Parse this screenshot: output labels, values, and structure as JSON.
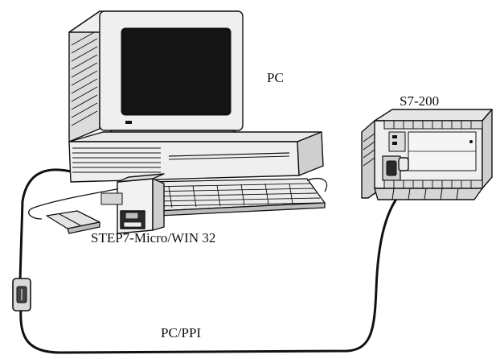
{
  "labels": {
    "pc": "PC",
    "plc": "S7-200",
    "software": "STEP7-Micro/WIN 32",
    "cable": "PC/PPI"
  },
  "colors": {
    "stroke": "#111111",
    "screen": "#151515",
    "body_gray": "#e6e6e6",
    "shade_gray": "#bdbdbd"
  }
}
